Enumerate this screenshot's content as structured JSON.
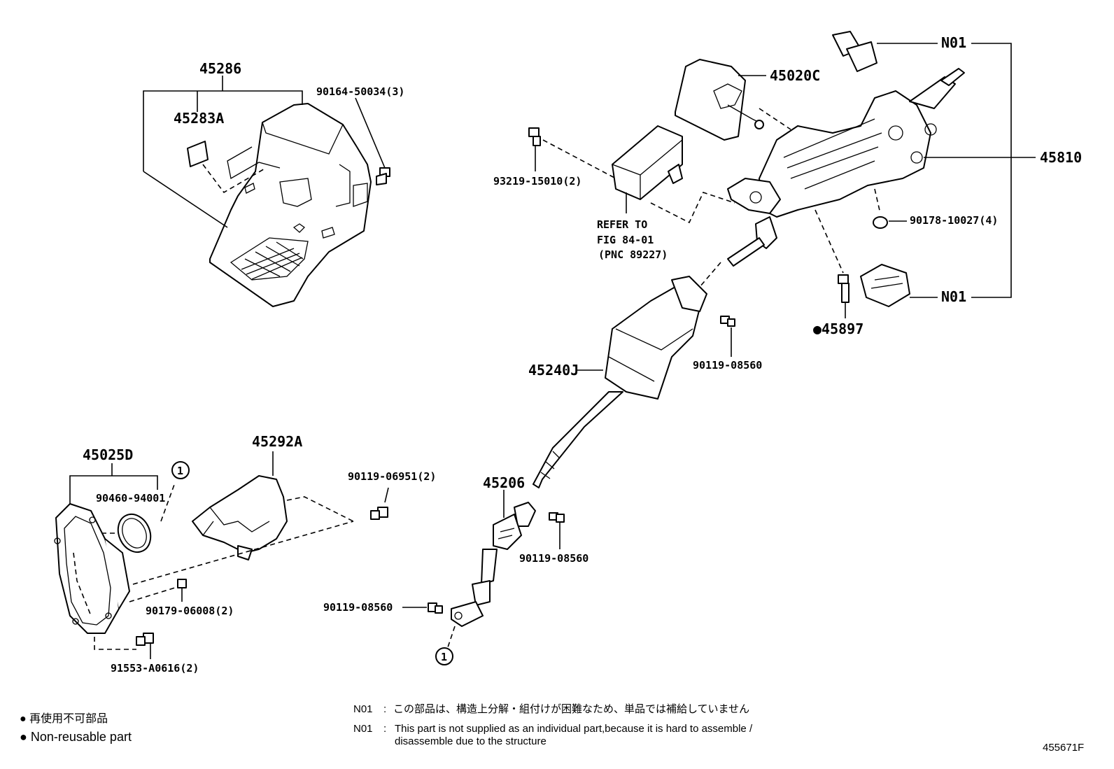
{
  "parts": {
    "p45286": "45286",
    "p45283A": "45283A",
    "p90164": "90164-50034(3)",
    "p45020C": "45020C",
    "pN01_top": "N01",
    "pN01_bottom": "N01",
    "p45810": "45810",
    "p93219": "93219-15010(2)",
    "refer1": "REFER TO",
    "refer2": "FIG 84-01",
    "refer3": "(PNC 89227)",
    "p90178": "90178-10027(4)",
    "p45897": "●45897",
    "p45240J": "45240J",
    "p90119_a": "90119-08560",
    "p45025D": "45025D",
    "p45292A": "45292A",
    "p90460": "90460-94001",
    "circ1": "1",
    "p90119_06951": "90119-06951(2)",
    "p45206": "45206",
    "p90119_b": "90119-08560",
    "p90179": "90179-06008(2)",
    "p90119_c": "90119-08560",
    "p91553": "91553-A0616(2)",
    "circ2": "1"
  },
  "legend": {
    "jp_nonreusable": "● 再使用不可部品",
    "en_nonreusable": "● Non-reusable part",
    "n01_label_jp": "N01",
    "n01_sep": ":",
    "n01_text_jp": "この部品は、構造上分解・組付けが困難なため、単品では補給していません",
    "n01_label_en": "N01",
    "n01_text_en_1": "This part is not supplied as an individual part,because it is hard to assemble /",
    "n01_text_en_2": "disassemble due to the structure"
  },
  "figure_id": "455671F"
}
